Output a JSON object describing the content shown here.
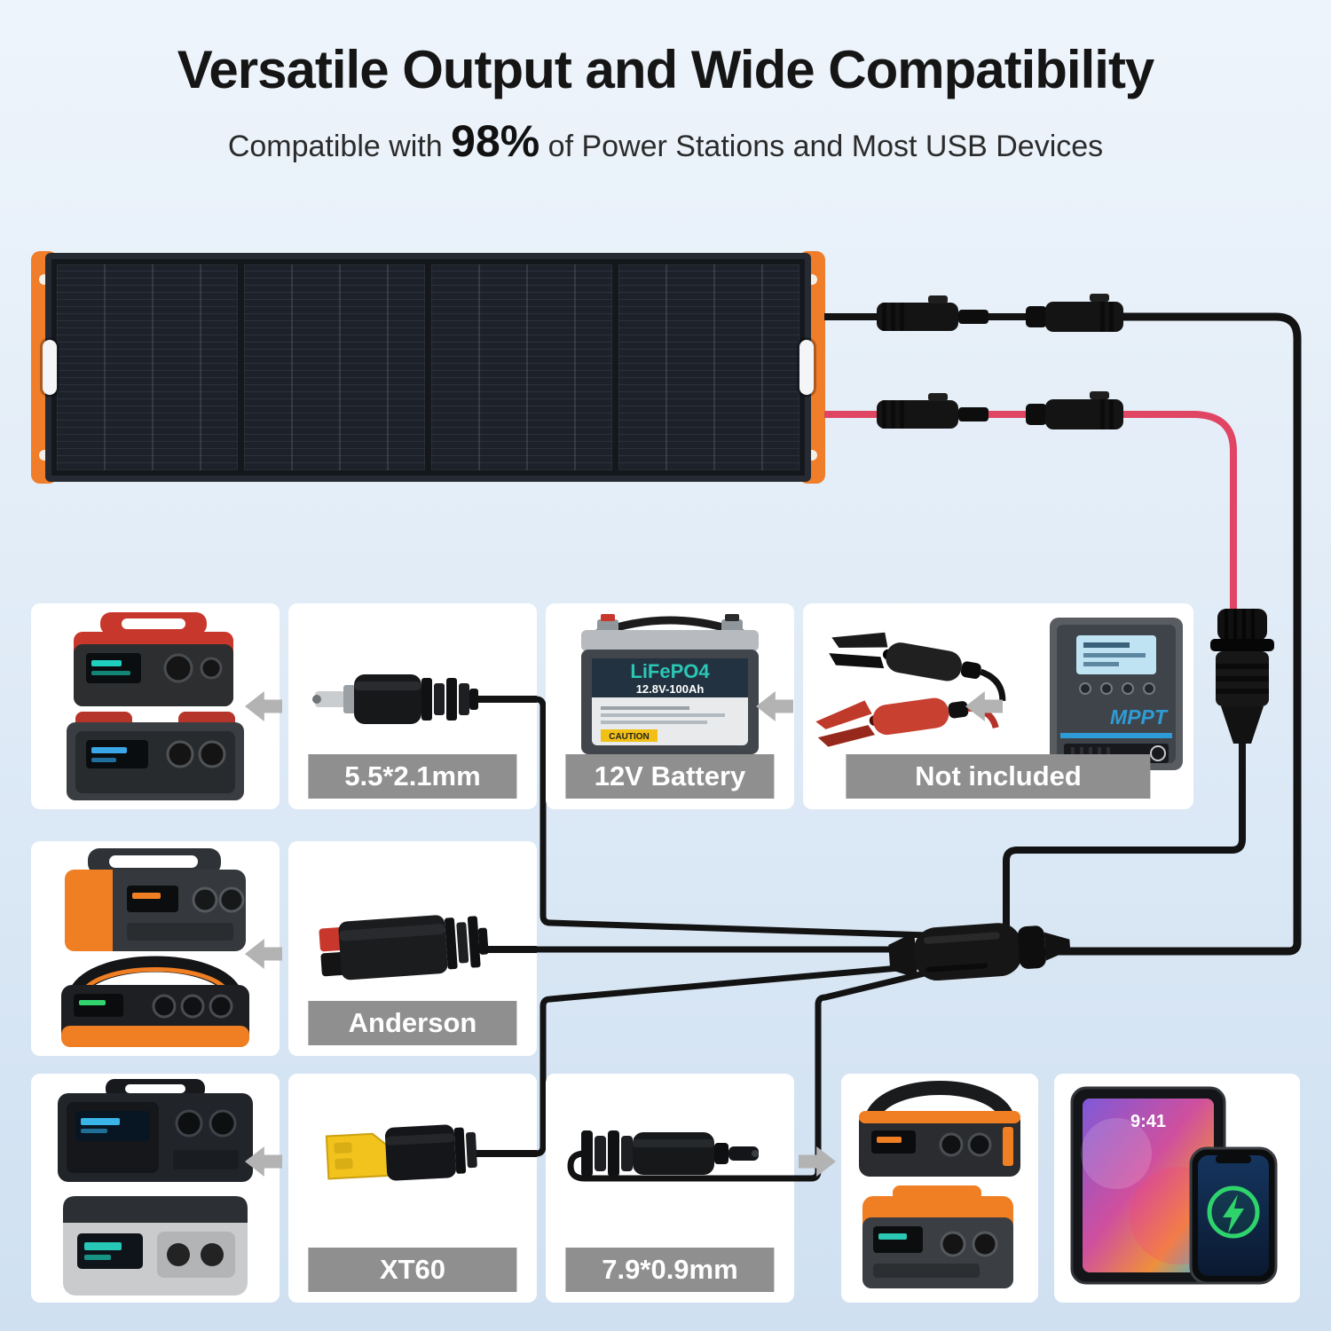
{
  "header": {
    "title": "Versatile Output and Wide Compatibility",
    "subtitle_prefix": "Compatible with ",
    "subtitle_highlight": "98%",
    "subtitle_suffix": " of Power Stations and Most USB Devices"
  },
  "cards": {
    "dc55": {
      "label": "5.5*2.1mm"
    },
    "battery": {
      "label": "12V Battery",
      "brand": "LiFePO4",
      "spec": "12.8V-100Ah",
      "caution": "CAUTION"
    },
    "not_included": {
      "label": "Not included",
      "mppt": "MPPT"
    },
    "anderson": {
      "label": "Anderson"
    },
    "xt60": {
      "label": "XT60"
    },
    "dc79": {
      "label": "7.9*0.9mm"
    },
    "devices": {
      "ipad_time": "9:41"
    }
  },
  "colors": {
    "background_top": "#eef4fb",
    "background_bottom": "#cfe0f1",
    "accent_orange": "#f07e23",
    "cable_red": "#e04563",
    "label_gray": "#8f8f8f",
    "arrow_gray": "#b3b3b3",
    "panel_dark": "#20242c"
  }
}
